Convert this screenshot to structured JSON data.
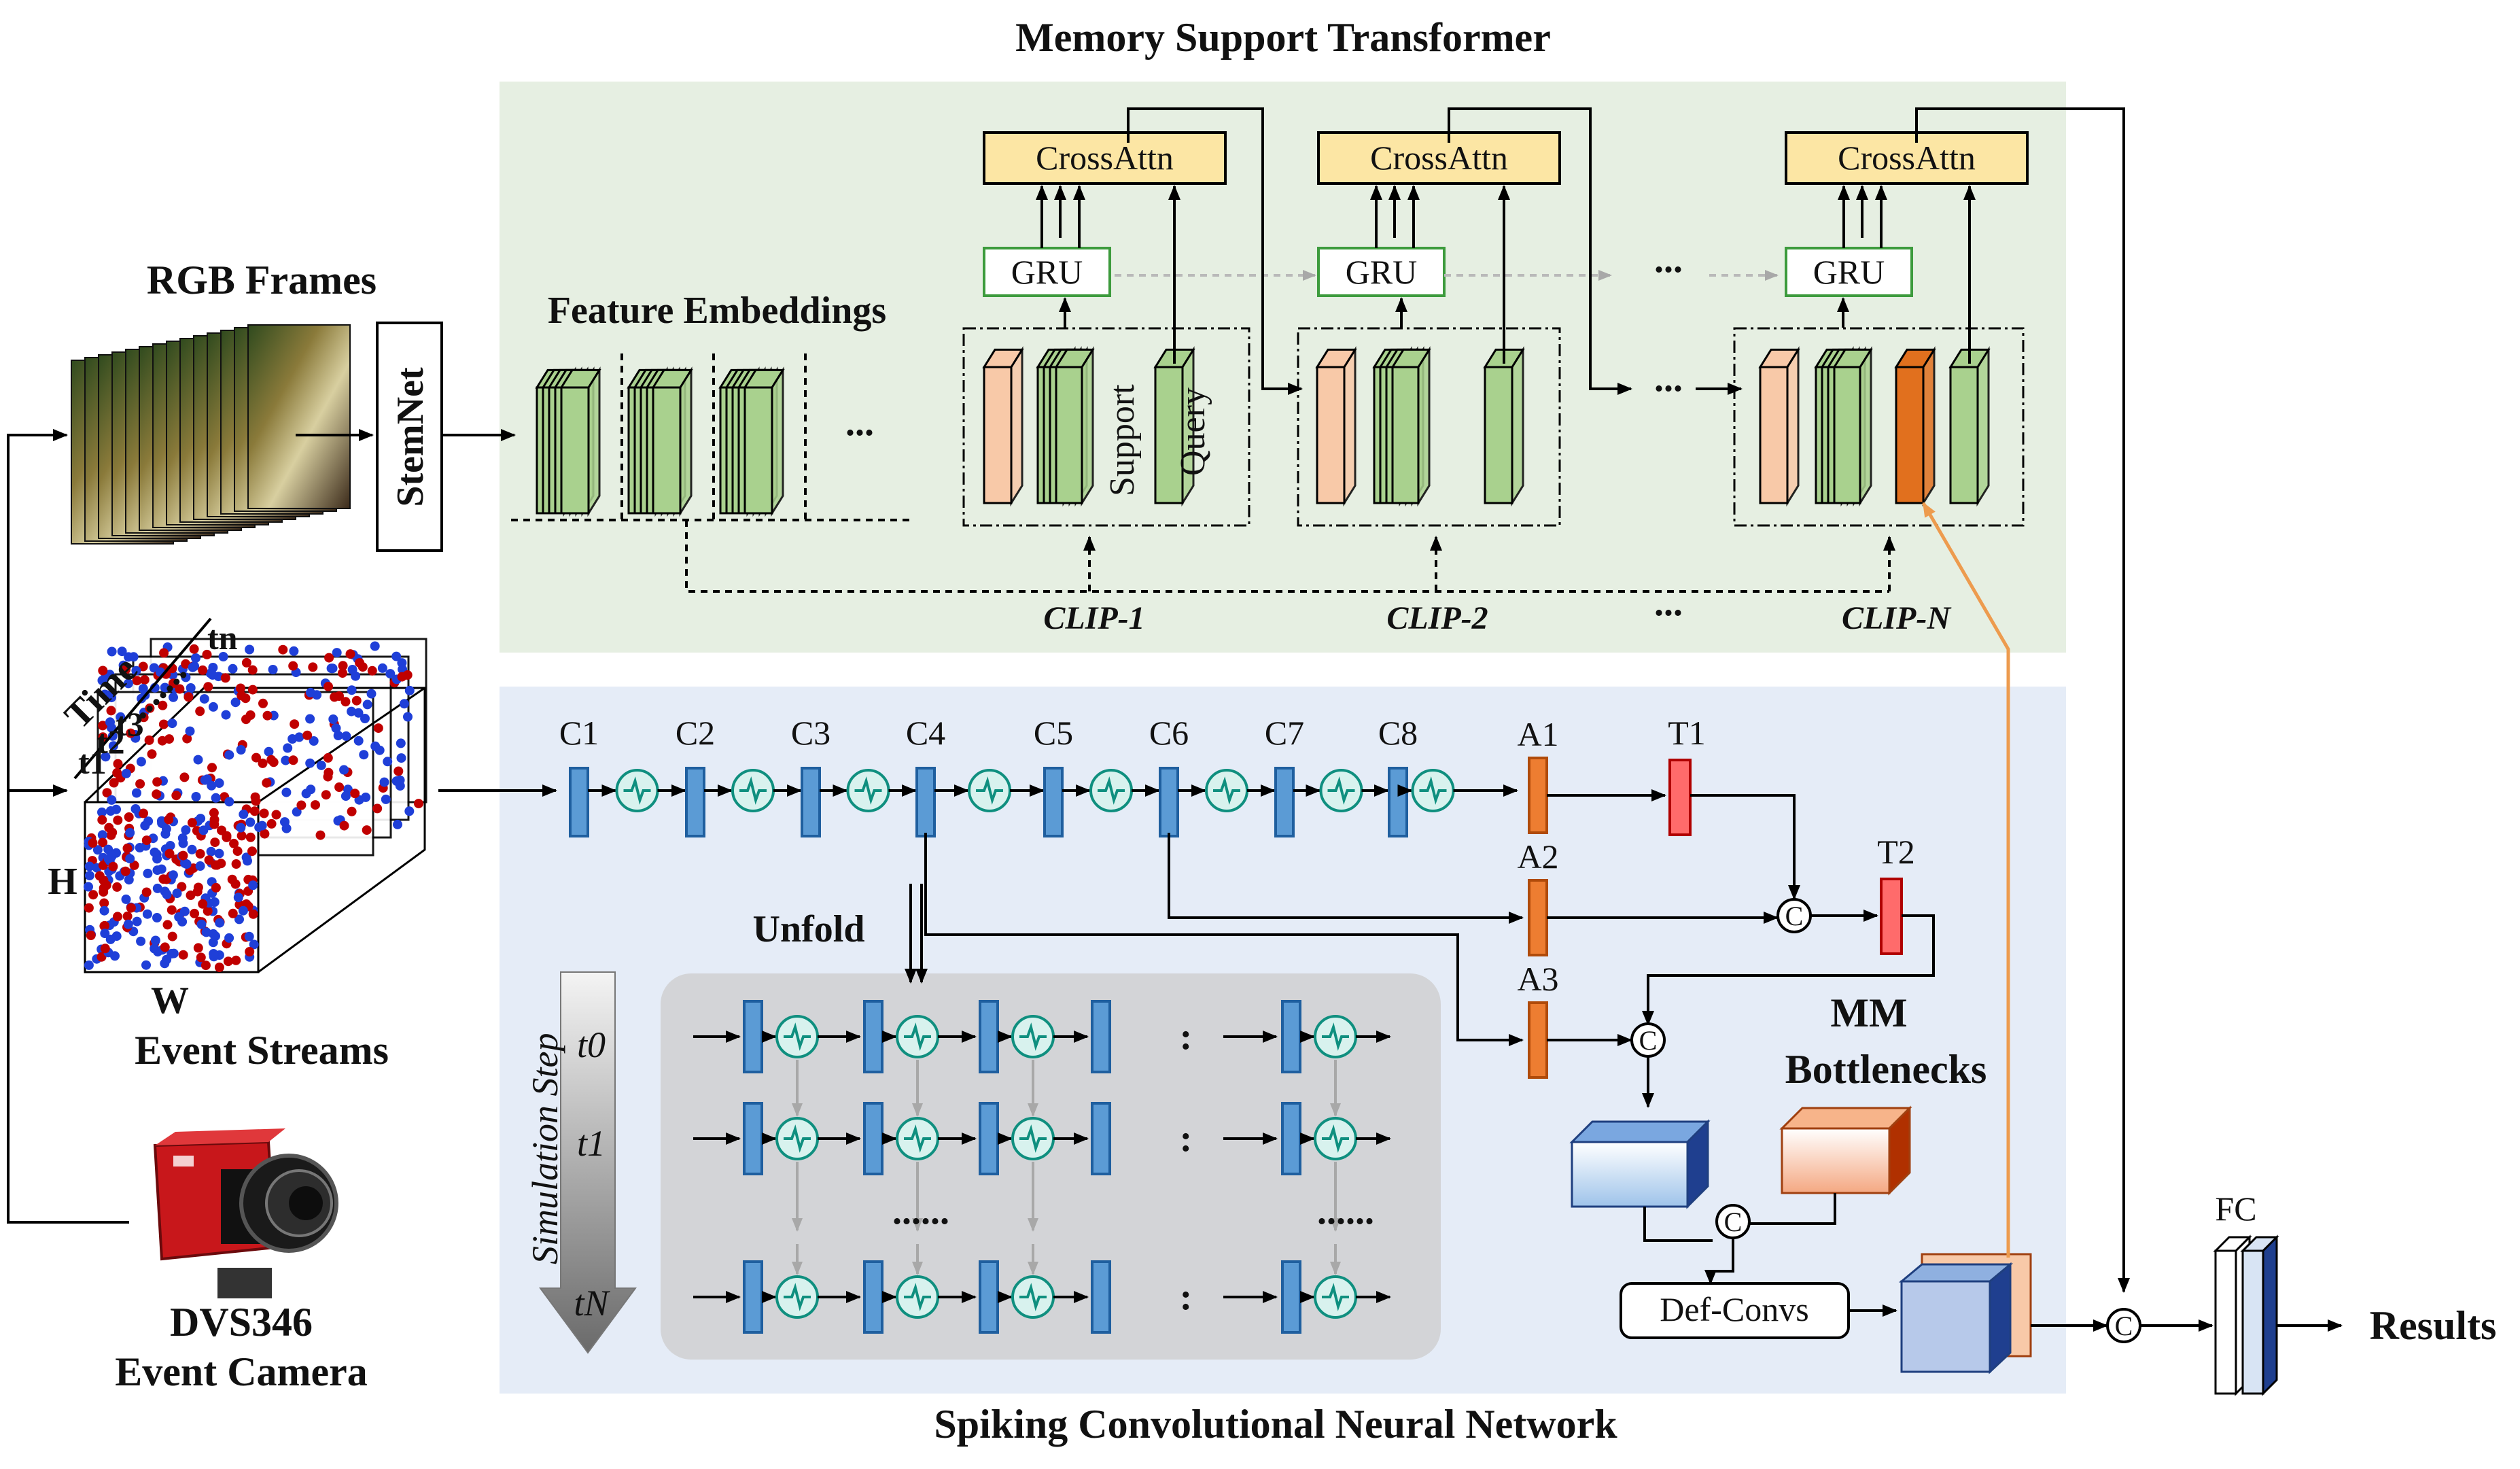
{
  "titles": {
    "transformer": "Memory Support Transformer",
    "snn": "Spiking Convolutional Neural Network"
  },
  "inputs": {
    "rgb_frames": "RGB Frames",
    "stemnet": "StemNet",
    "feature_embeddings": "Feature Embeddings",
    "ellipsis": "...",
    "time": "Time",
    "t_1": "t1",
    "t_2": "t2",
    "t_3": "t3",
    "t_n": "tn",
    "h": "H",
    "w": "W",
    "event_streams": "Event Streams",
    "camera_line1": "DVS346",
    "camera_line2": "Event Camera"
  },
  "transformer": {
    "cross_attn": "CrossAttn",
    "gru": "GRU",
    "support": "Support",
    "query": "Query",
    "clips": [
      "CLIP-1",
      "CLIP-2",
      "CLIP-N"
    ],
    "ellipsis": "..."
  },
  "snn": {
    "conv_labels": [
      "C1",
      "C2",
      "C3",
      "C4",
      "C5",
      "C6",
      "C7",
      "C8"
    ],
    "adapter_labels": [
      "A1",
      "A2",
      "A3"
    ],
    "token_labels": [
      "T1",
      "T2"
    ],
    "unfold": "Unfold",
    "simulation_step": "Simulation Step",
    "steps": [
      "t0",
      "t1",
      "tN"
    ],
    "mm_line1": "MM",
    "mm_line2": "Bottlenecks",
    "concat": "C",
    "def_convs": "Def-Convs",
    "fc": "FC",
    "results": "Results"
  },
  "colors": {
    "transformer_bg": "#e6efe2",
    "snn_bg": "#e5ecf7",
    "unfold_bg": "#d3d4d7",
    "cross_attn_fill": "#fce6a4",
    "gru_border": "#3d9b3d",
    "embedding_green": "#a9d18e",
    "support_peach": "#f8c9a8",
    "query_orange": "#e1701e",
    "conv_blue": "#5b9bd5",
    "adapter_orange": "#ed7d31",
    "token_red": "#ff6b6b",
    "event_red": "#c00000",
    "event_blue": "#1f3fd8",
    "orange_link": "#ed9b4e"
  }
}
